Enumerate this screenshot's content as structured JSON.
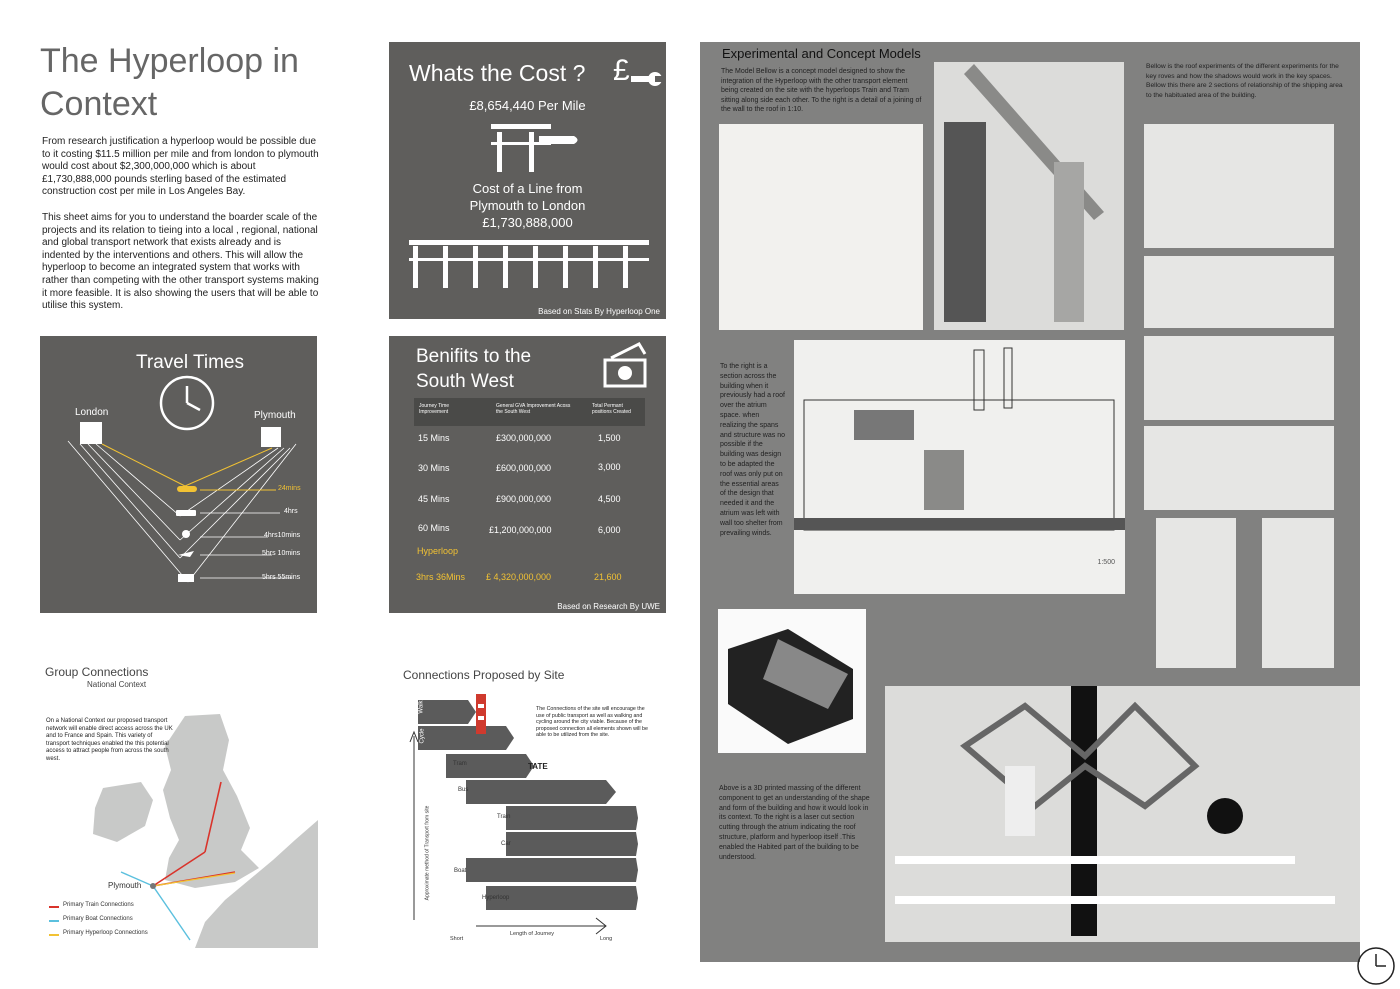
{
  "intro": {
    "title_line1": "The Hyperloop in",
    "title_line2": "Context",
    "para1": "From research justification a hyperloop would be possible due to it costing $11.5 million per mile and from london to plymouth would cost about $2,300,000,000 which is about £1,730,888,000 pounds sterling based of the estimated construction cost per mile in Los Angeles Bay.",
    "para2": "This sheet aims for you to understand the boarder scale of the projects and its relation to tieing into a local , regional, national and global transport network that exists already and is indented by the interventions and others. This will allow the hyperloop to become an integrated system that works with rather than competing with the other transport systems making it more feasible. It is also showing the users that will be able to utilise this system."
  },
  "cost": {
    "title": "Whats the Cost ?",
    "per_mile": "£8,654,440 Per Mile",
    "line1": "Cost of a Line from",
    "line2": "Plymouth to London",
    "line3": "£1,730,888,000",
    "footer": "Based on Stats By Hyperloop One"
  },
  "travel": {
    "title": "Travel Times",
    "left_city": "London",
    "right_city": "Plymouth",
    "times": [
      "24mins",
      "4hrs",
      "4hrs10mins",
      "5hrs 10mins",
      "5hrs 55mins"
    ],
    "accent": "#f2c233"
  },
  "benefits": {
    "title_line1": "Benifits to the",
    "title_line2": "South West",
    "headers": [
      "Journey Time Improvement",
      "General GVA Improvement Acoss the South West",
      "Total Permant positions Created"
    ],
    "rows": [
      [
        "15 Mins",
        "£300,000,000",
        "1,500"
      ],
      [
        "30 Mins",
        "£600,000,000",
        "3,000"
      ],
      [
        "45 Mins",
        "£900,000,000",
        "4,500"
      ],
      [
        "60 Mins",
        "£1,200,000,000",
        "6,000"
      ]
    ],
    "hyperloop_label": "Hyperloop",
    "hyperloop_row": [
      "3hrs 36Mins",
      "£ 4,320,000,000",
      "21,600"
    ],
    "footer": "Based on Research By UWE"
  },
  "group": {
    "title": "Group Connections",
    "subtitle": "National Context",
    "note": "On a National Context our proposed transport network will enable direct access across the UK and to France and Spain. This variety of transport techniques enabled the this potential access to attract people from across the south west.",
    "city": "Plymouth",
    "legend": [
      {
        "label": "Primary Train Connections",
        "color": "#d9332b"
      },
      {
        "label": "Primary Boat Connections",
        "color": "#5bc0de"
      },
      {
        "label": "Primary Hyperloop Connections",
        "color": "#f2c233"
      }
    ]
  },
  "connections": {
    "title": "Connections Proposed by Site",
    "note": "The Connections of the site will encourage the use of public transport as well as walking and cycling around the city viable. Because of the proposed connection all elements shown will be able to be utilized from the site.",
    "modes": [
      "Walk",
      "Cycle",
      "Tram",
      "Bus",
      "Train",
      "Car",
      "Boat",
      "Hyperloop"
    ],
    "y_axis": "Approximate method of Transport from site",
    "x_axis": "Length of Journey",
    "x_short": "Short",
    "x_long": "Long",
    "tate": "TATE"
  },
  "models": {
    "title": "Experimental and Concept Models",
    "intro": "The Model Bellow is a concept model designed to show the integration of the Hyperloop with the other transport element being created on the site with the hyperloops Train and Tram sitting along side each other. To the right is a detail of a joining of the wall to the roof in 1:10.",
    "roof_note": "Bellow is the roof experiments of the different experiments for the key roves and how the shadows would work in the key spaces. Bellow this there are 2 sections of relationship of the shipping area to the habituated area of the building.",
    "section_note": "To the right is a section across the building when it previously had a roof over the atrium space. when realizing the spans and structure was no possible if the building was design to be adapted the roof was only put on the essential areas of the design that needed it and the atrium was left with wall too shelter from prevailing winds.",
    "massing_note": "Above is a 3D printed massing of the different component to get an understanding of the shape and form of the building and how it would look in its context. To the right is a laser cut section cutting through the atrium indicating the roof structure, platform and hyperloop itself .This enabled the Habited part of the building to be understood.",
    "scale": "1:500"
  }
}
